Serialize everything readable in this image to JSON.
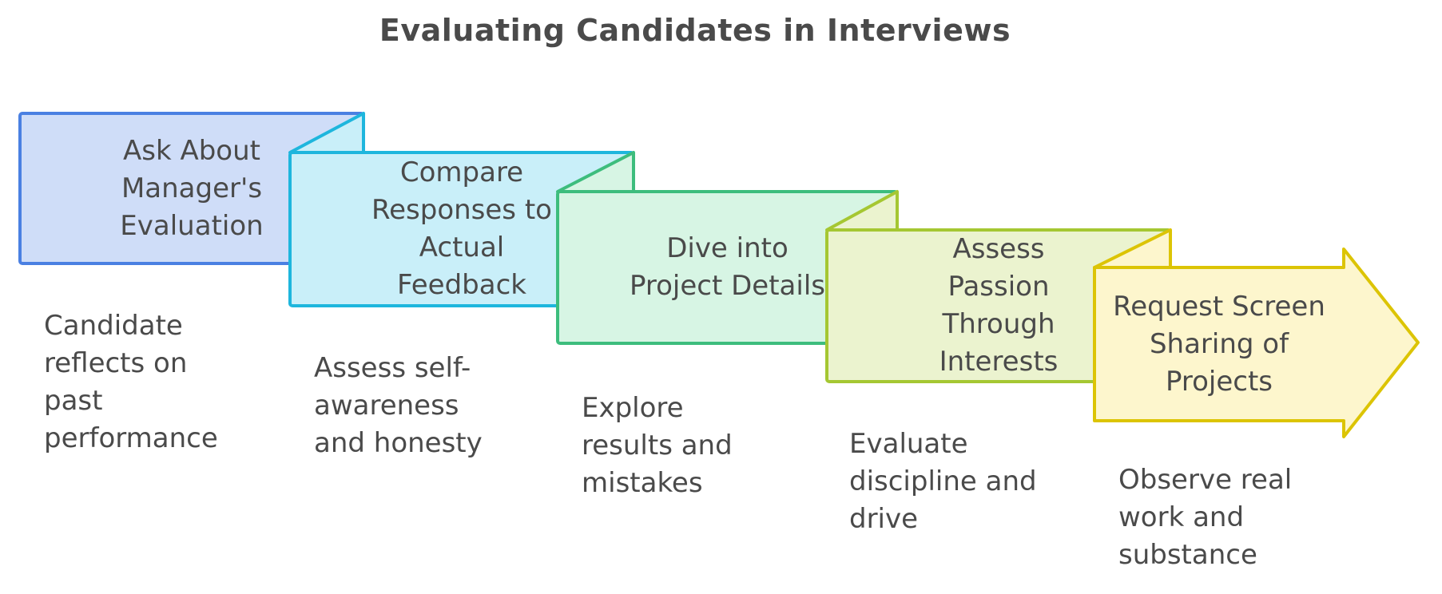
{
  "title": "Evaluating Candidates in Interviews",
  "text_color": "#4a4a4a",
  "background_color": "#ffffff",
  "steps": [
    {
      "label": [
        "Ask About",
        "Manager's",
        "Evaluation"
      ],
      "caption": [
        "Candidate",
        "reflects on",
        "past",
        "performance"
      ],
      "fill": "#cfddf8",
      "border": "#4a80e2"
    },
    {
      "label": [
        "Compare",
        "Responses to",
        "Actual",
        "Feedback"
      ],
      "caption": [
        "Assess self-",
        "awareness",
        "and honesty"
      ],
      "fill": "#c9eff9",
      "border": "#1eb6dd"
    },
    {
      "label": [
        "Dive into",
        "Project Details"
      ],
      "caption": [
        "Explore",
        "results and",
        "mistakes"
      ],
      "fill": "#d7f5e4",
      "border": "#3dbd7d"
    },
    {
      "label": [
        "Assess",
        "Passion",
        "Through",
        "Interests"
      ],
      "caption": [
        "Evaluate",
        "discipline and",
        "drive"
      ],
      "fill": "#ebf3cf",
      "border": "#a5c732"
    },
    {
      "label": [
        "Request Screen",
        "Sharing of",
        "Projects"
      ],
      "caption": [
        "Observe real",
        "work and",
        "substance"
      ],
      "fill": "#fdf6cd",
      "border": "#dcc405"
    }
  ]
}
